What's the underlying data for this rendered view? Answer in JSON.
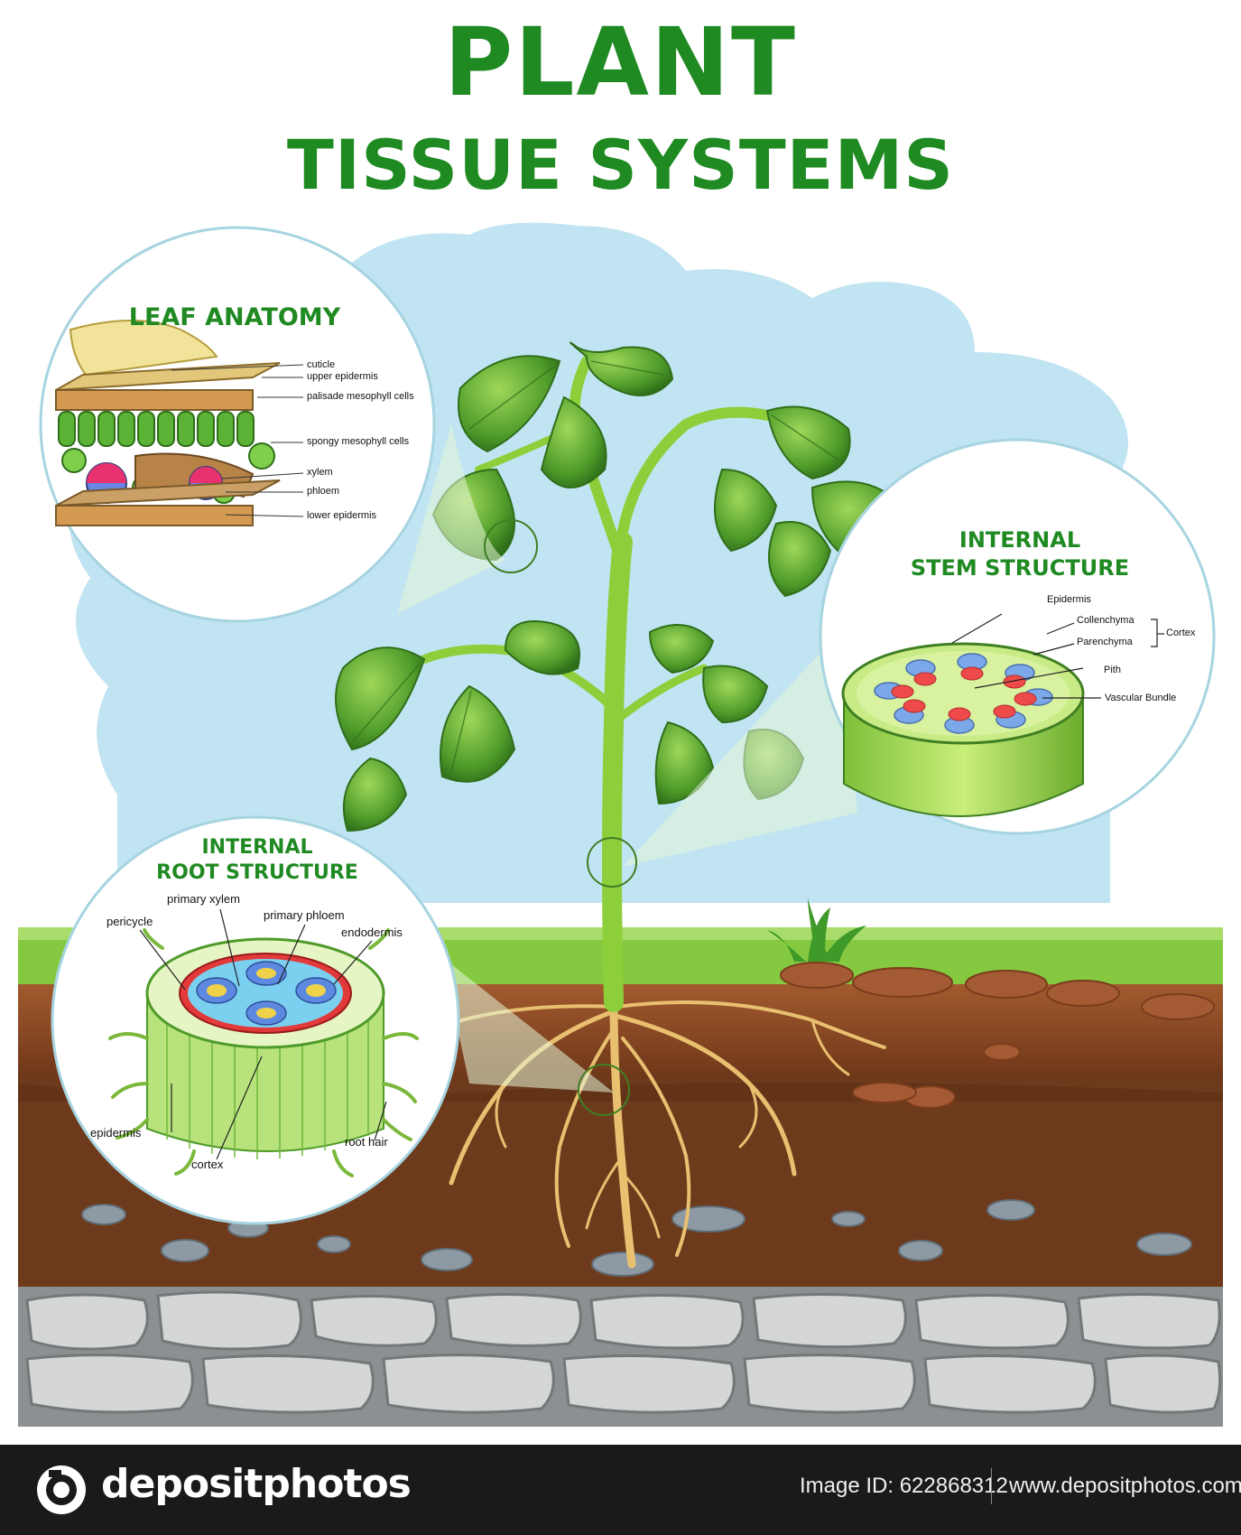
{
  "title": {
    "line1": "PLANT",
    "line2": "TISSUE SYSTEMS"
  },
  "leaf": {
    "title": "LEAF ANATOMY",
    "labels": [
      "cuticle",
      "upper epidermis",
      "palisade mesophyll cells",
      "spongy mesophyll cells",
      "xylem",
      "phloem",
      "lower epidermis"
    ]
  },
  "stem": {
    "title_line1": "INTERNAL",
    "title_line2": "STEM STRUCTURE",
    "labels": {
      "epidermis": "Epidermis",
      "collenchyma": "Collenchyma",
      "parenchyma": "Parenchyma",
      "cortex": "Cortex",
      "pith": "Pith",
      "vascular_bundle": "Vascular Bundle"
    }
  },
  "root": {
    "title_line1": "INTERNAL",
    "title_line2": "ROOT STRUCTURE",
    "labels": {
      "primary_xylem": "primary xylem",
      "pericycle": "pericycle",
      "primary_phloem": "primary phloem",
      "endodermis": "endodermis",
      "epidermis": "epidermis",
      "cortex": "cortex",
      "root_hair": "root hair"
    }
  },
  "footer": {
    "logo": "depositphotos",
    "image_id": "Image ID: 622868312",
    "site": "www.depositphotos.com"
  },
  "colors": {
    "title_green": "#1f8a22",
    "sky": "#bfe3f2",
    "grass": "#7cc234",
    "soil": "#8a4a26",
    "stone": "#c9cccc"
  }
}
